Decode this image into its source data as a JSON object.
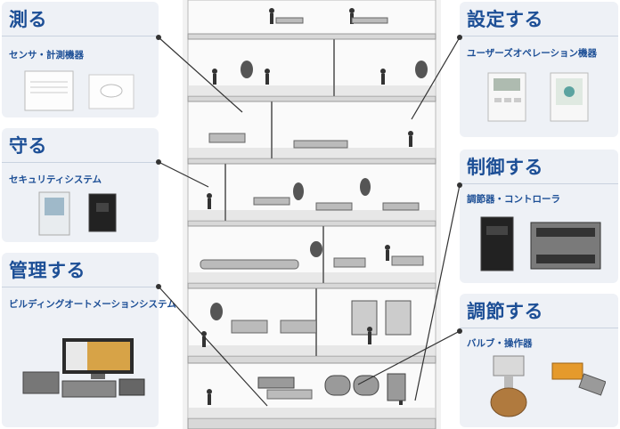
{
  "panels": {
    "measure": {
      "title": "測る",
      "subtitle": "センサ・計測機器"
    },
    "protect": {
      "title": "守る",
      "subtitle": "セキュリティシステム"
    },
    "manage": {
      "title": "管理する",
      "subtitle": "ビルディングオートメーションシステム"
    },
    "set": {
      "title": "設定する",
      "subtitle": "ユーザーズオペレーション機器"
    },
    "control": {
      "title": "制御する",
      "subtitle": "調節器・コントローラ"
    },
    "adjust": {
      "title": "調節する",
      "subtitle": "バルブ・操作器"
    }
  },
  "colors": {
    "accent": "#1d4f96",
    "panel_bg": "#eef1f6",
    "line": "#333333"
  }
}
